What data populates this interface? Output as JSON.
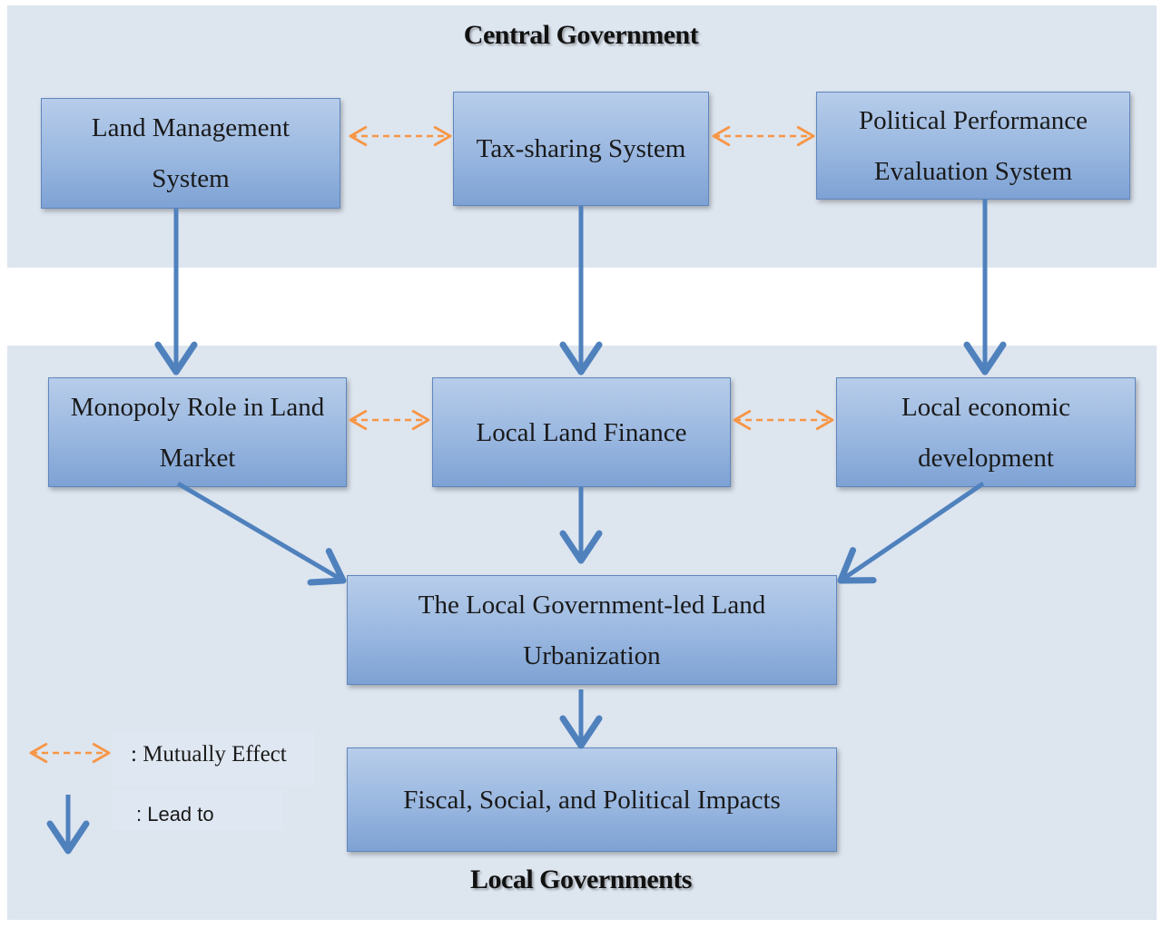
{
  "regions": {
    "central_title": "Central Government",
    "local_title": "Local Governments"
  },
  "boxes": {
    "land_management": "Land Management System",
    "tax_sharing": "Tax-sharing System",
    "political_performance": "Political Performance Evaluation System",
    "monopoly_role": "Monopoly Role in Land Market",
    "local_land_finance": "Local Land Finance",
    "local_economic": "Local economic development",
    "land_urbanization": "The Local Government-led Land Urbanization",
    "impacts": "Fiscal, Social, and Political Impacts"
  },
  "legend": {
    "mutual": ": Mutually Effect",
    "lead": ": Lead to"
  },
  "colors": {
    "solid_arrow": "#4f81bd",
    "dashed_arrow": "#f79646",
    "box_border": "#5f86bd",
    "region_bg": "#dde5ef"
  }
}
